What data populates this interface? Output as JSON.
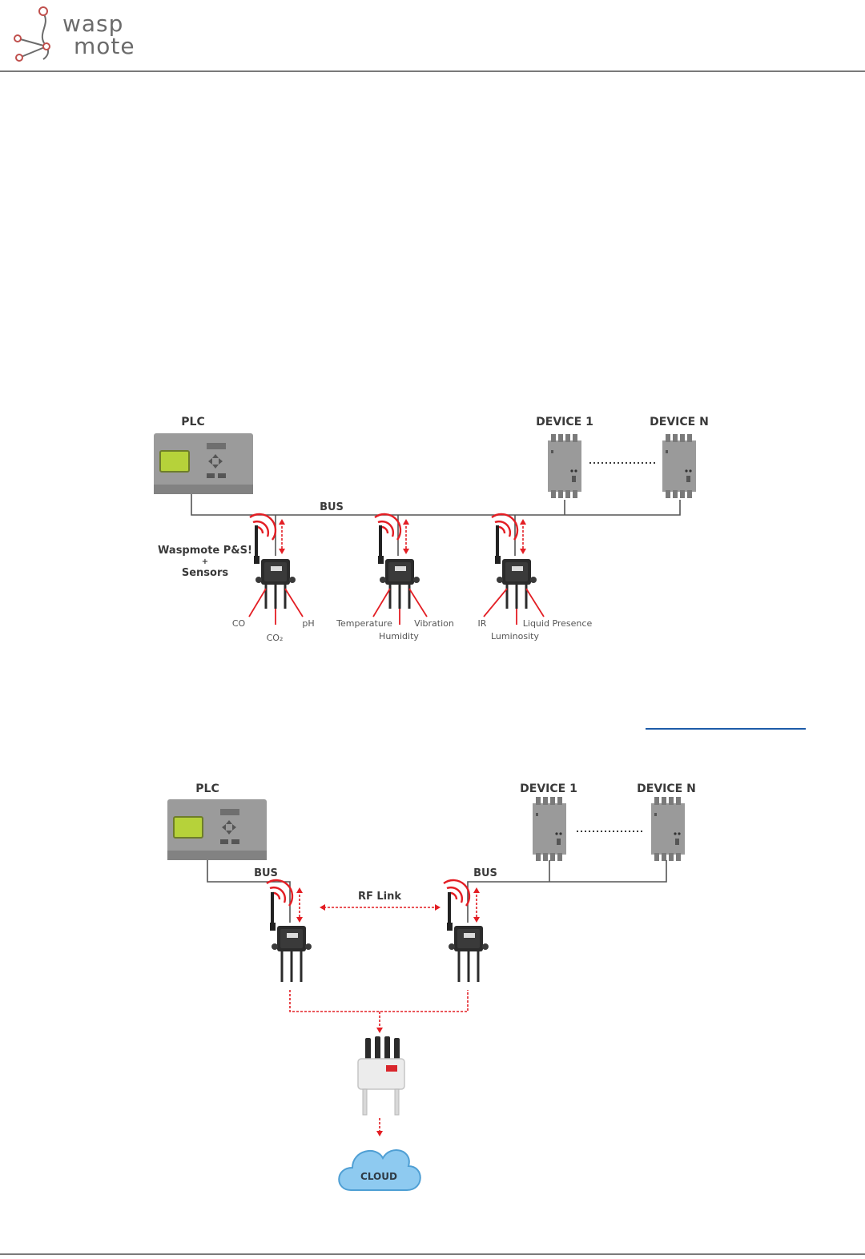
{
  "logo": {
    "word1": "wasp",
    "word2": "mote",
    "accent_color": "#c0504d",
    "text_color": "#6b6b6b"
  },
  "colors": {
    "red": "#e31e24",
    "bus": "#555555",
    "device": "#8c8c8c",
    "cloud": "#8ecaf0"
  },
  "diagram1": {
    "plc_label": "PLC",
    "device1_label": "DEVICE 1",
    "deviceN_label": "DEVICE N",
    "bus_label": "BUS",
    "node_label_line1": "Waspmote P&S!",
    "node_label_line2": "+",
    "node_label_line3": "Sensors",
    "sensors": {
      "co": "CO",
      "co2": "CO₂",
      "ph": "pH",
      "temperature": "Temperature",
      "humidity": "Humidity",
      "vibration": "Vibration",
      "ir": "IR",
      "luminosity": "Luminosity",
      "liquid": "Liquid Presence"
    }
  },
  "diagram2": {
    "plc_label": "PLC",
    "device1_label": "DEVICE 1",
    "deviceN_label": "DEVICE N",
    "bus_left_label": "BUS",
    "bus_right_label": "BUS",
    "rf_link_label": "RF Link",
    "cloud_label": "CLOUD"
  }
}
